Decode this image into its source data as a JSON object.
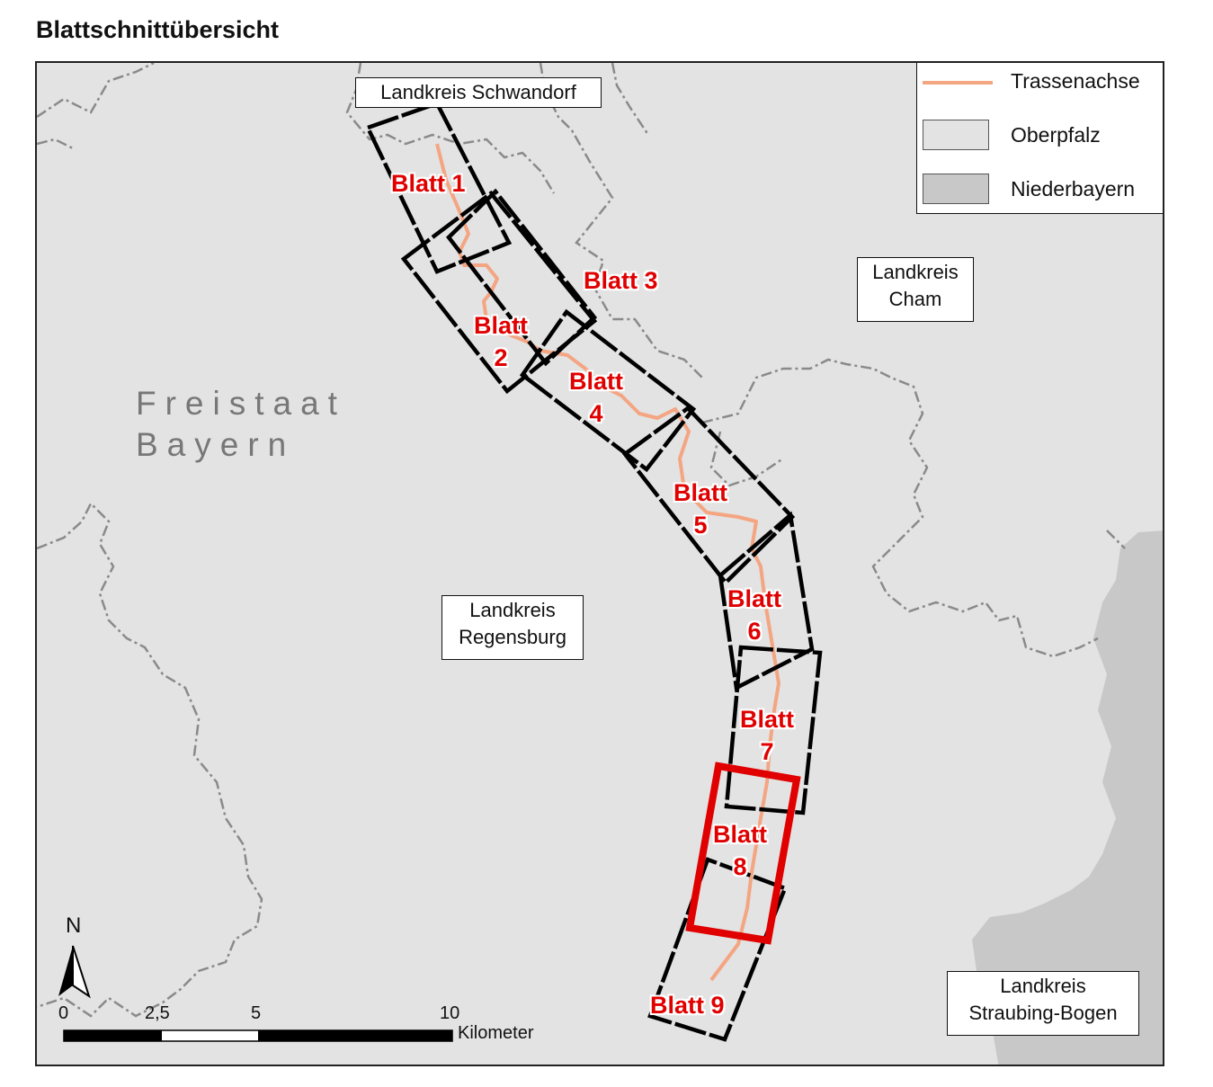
{
  "title": "Blattschnittübersicht",
  "state_label": [
    "Freistaat",
    "Bayern"
  ],
  "legend": {
    "items": [
      {
        "label": "Trassenachse",
        "kind": "line",
        "color": "#f4a582"
      },
      {
        "label": "Oberpfalz",
        "kind": "fill",
        "color": "#e3e3e3"
      },
      {
        "label": "Niederbayern",
        "kind": "fill",
        "color": "#c8c8c8"
      }
    ]
  },
  "districts": [
    {
      "id": "schwandorf",
      "text": "Landkreis Schwandorf"
    },
    {
      "id": "cham",
      "text": "Landkreis\nCham"
    },
    {
      "id": "regensburg",
      "text": "Landkreis\nRegensburg"
    },
    {
      "id": "straubing",
      "text": "Landkreis\nStraubing-Bogen"
    }
  ],
  "sheets": [
    {
      "id": "1",
      "label": "Blatt 1",
      "highlight": false
    },
    {
      "id": "2",
      "label": "Blatt\n2",
      "highlight": false
    },
    {
      "id": "3",
      "label": "Blatt 3",
      "highlight": false
    },
    {
      "id": "4",
      "label": "Blatt\n4",
      "highlight": false
    },
    {
      "id": "5",
      "label": "Blatt\n5",
      "highlight": false
    },
    {
      "id": "6",
      "label": "Blatt\n6",
      "highlight": false
    },
    {
      "id": "7",
      "label": "Blatt\n7",
      "highlight": false
    },
    {
      "id": "8",
      "label": "Blatt\n8",
      "highlight": true
    },
    {
      "id": "9",
      "label": "Blatt 9",
      "highlight": false
    }
  ],
  "colors": {
    "sheet_outline": "#000000",
    "sheet_highlight": "#e00000",
    "sheet_label": "#e00000",
    "boundary": "#8a8a8a"
  },
  "scale_bar": {
    "ticks": [
      "0",
      "2,5",
      "5",
      "10"
    ],
    "unit": "Kilometer"
  },
  "north_arrow": {
    "label": "N",
    "icon": "north-arrow-icon"
  }
}
